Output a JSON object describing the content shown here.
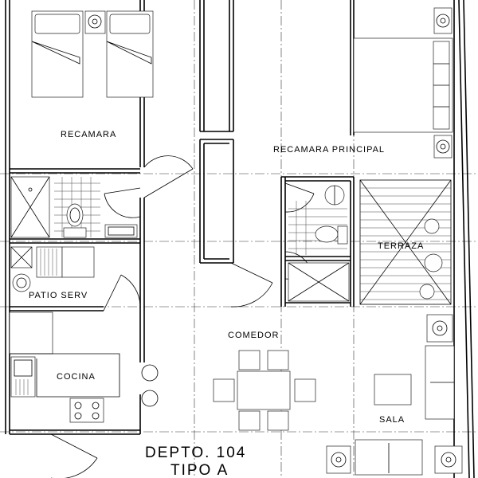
{
  "rooms": {
    "recamara": "RECAMARA",
    "recamara_principal": "RECAMARA PRINCIPAL",
    "terraza": "TERRAZA",
    "patio_serv": "PATIO SERV",
    "comedor": "COMEDOR",
    "cocina": "COCINA",
    "sala": "SALA"
  },
  "title": {
    "line1": "DEPTO. 104",
    "line2": "TIPO A"
  }
}
